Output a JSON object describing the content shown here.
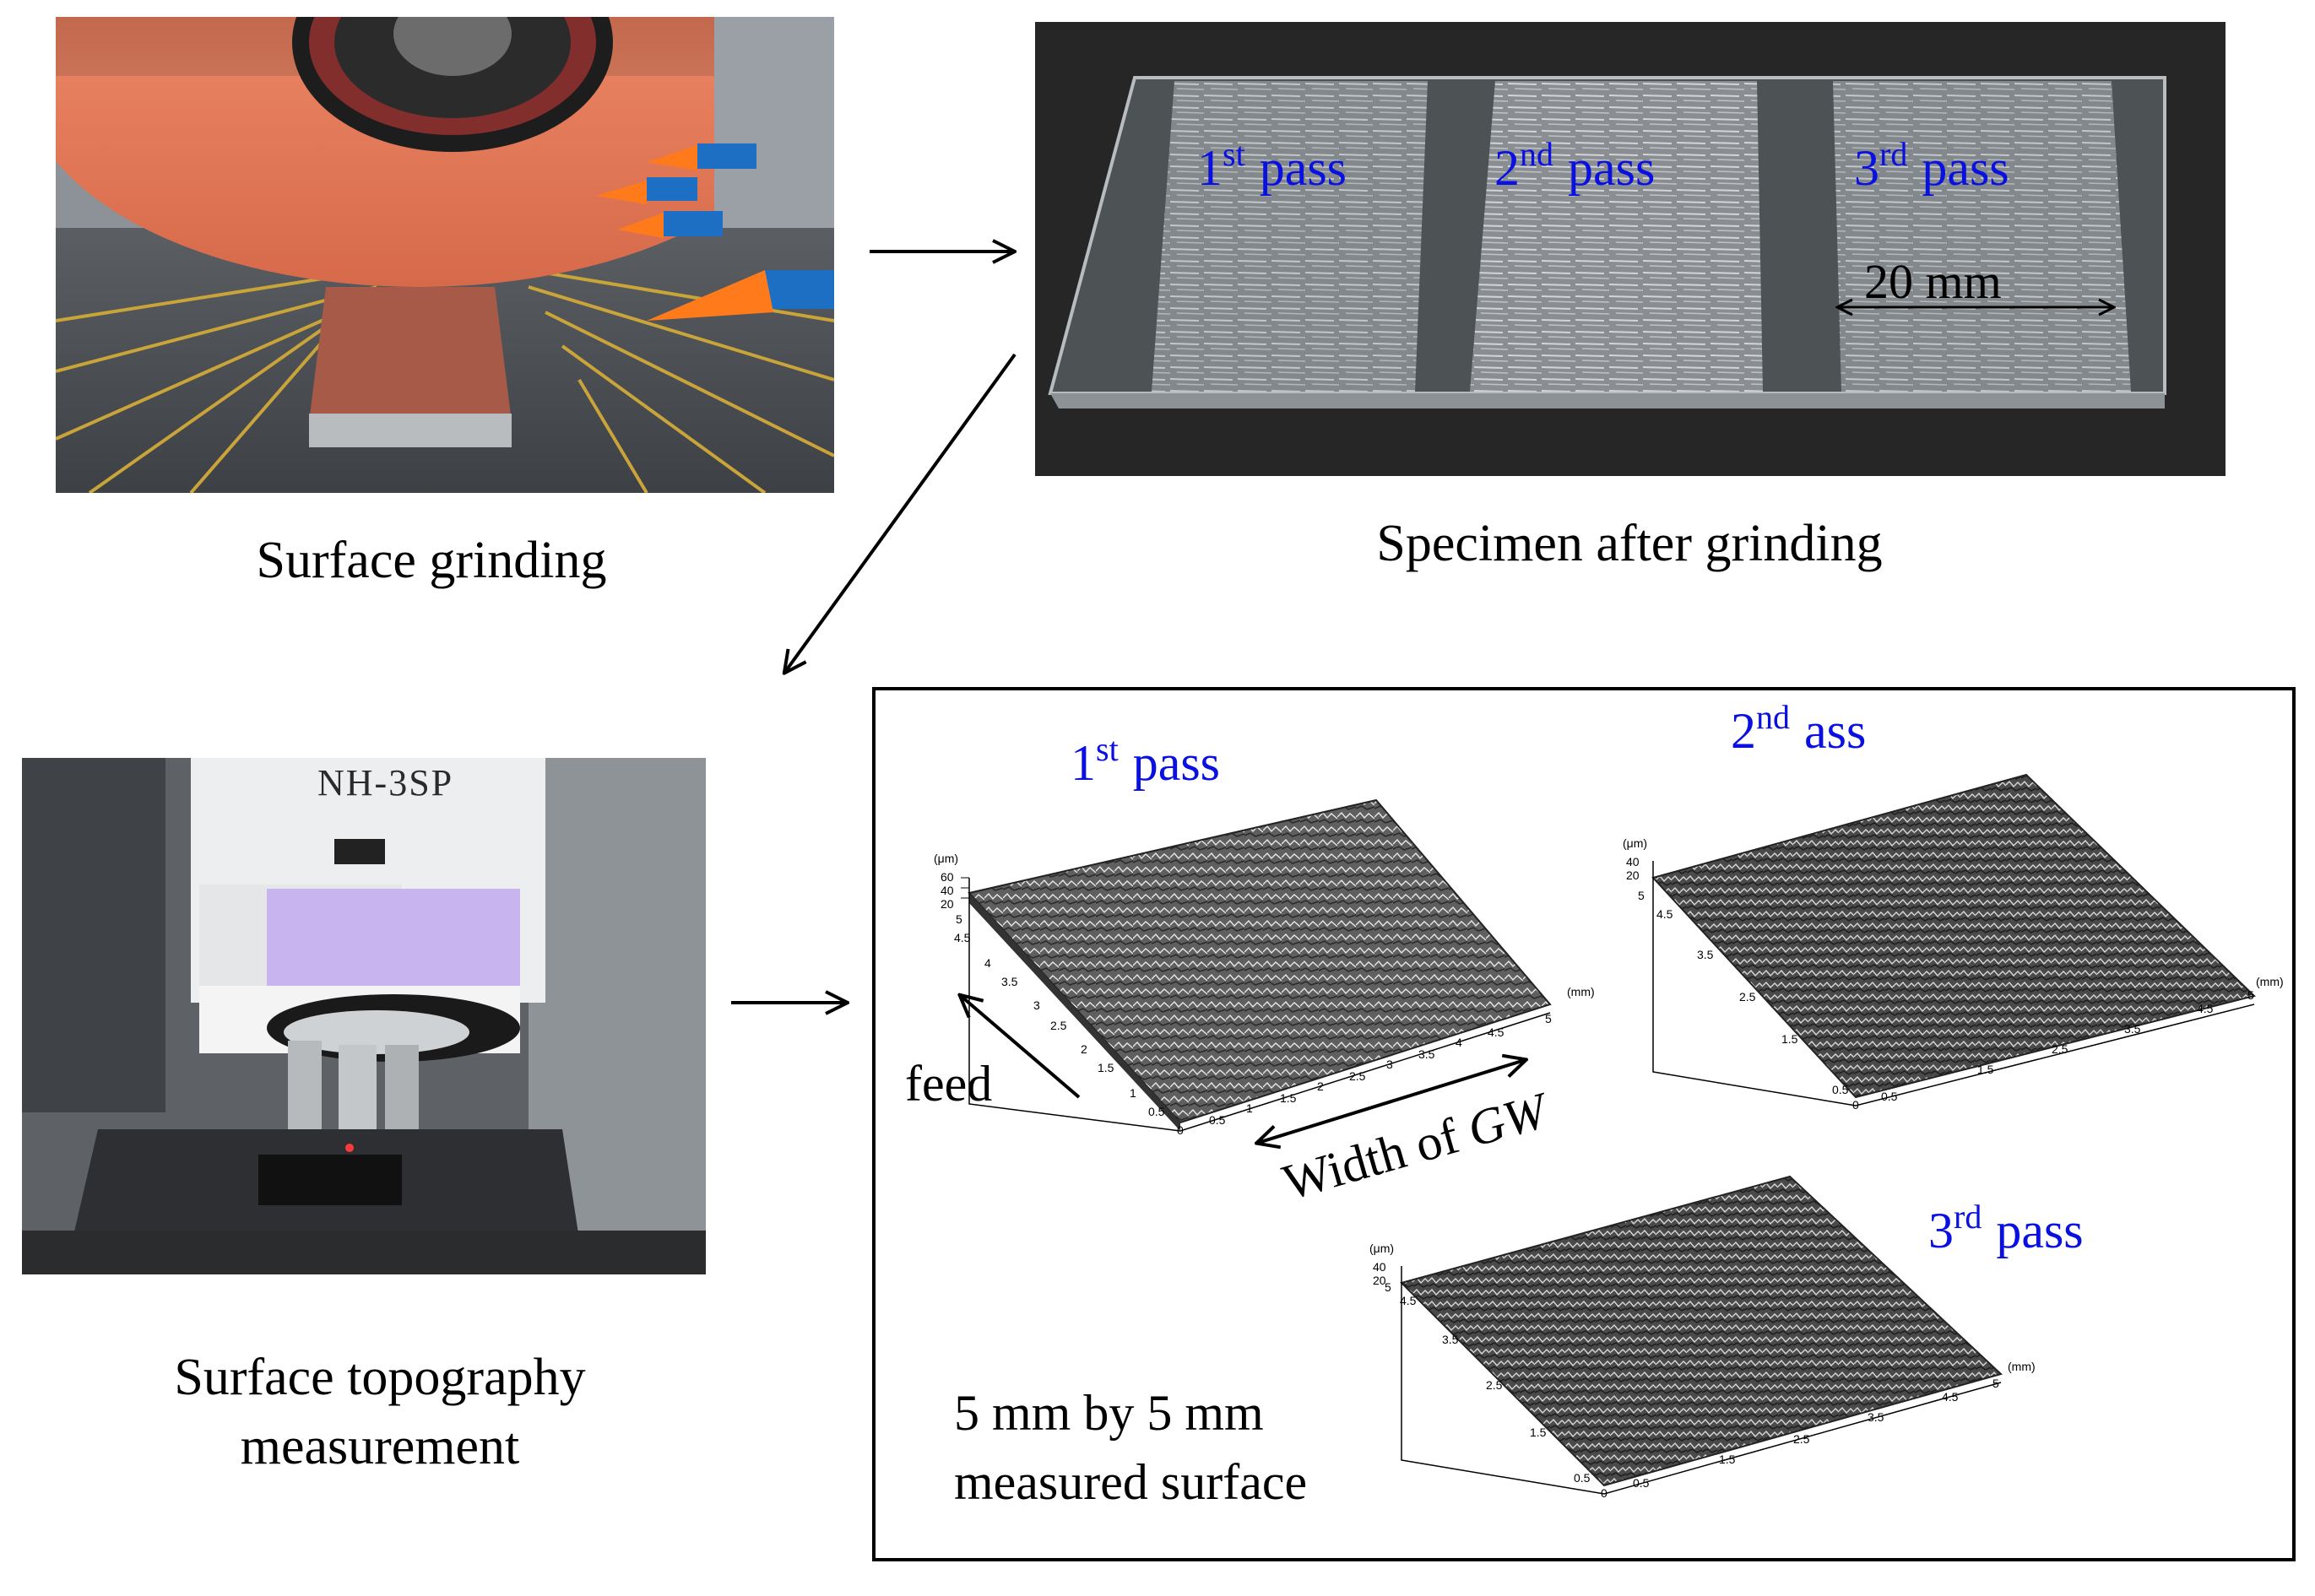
{
  "captions": {
    "surface_grinding": "Surface grinding",
    "specimen_after_grinding": "Specimen after grinding",
    "topography_line1": "Surface topography",
    "topography_line2": "measurement"
  },
  "specimen": {
    "pass1": {
      "num": "1",
      "sup": "st",
      "word": "pass"
    },
    "pass2": {
      "num": "2",
      "sup": "nd",
      "word": "pass"
    },
    "pass3": {
      "num": "3",
      "sup": "rd",
      "word": "pass"
    },
    "width_label": "20 mm"
  },
  "microscope": {
    "model_text": "NH-3SP"
  },
  "panel": {
    "pass1": {
      "num": "1",
      "sup": "st",
      "word": "pass"
    },
    "pass2": {
      "num": "2",
      "sup": "nd",
      "word": "ass"
    },
    "pass3": {
      "num": "3",
      "sup": "rd",
      "word": "pass"
    },
    "feed_label": "feed",
    "width_label_prefix": "Width of ",
    "width_label_italic": "GW",
    "area_line1": "5 mm by 5 mm",
    "area_line2": "measured surface",
    "axis_unit_z": "(μm)",
    "axis_unit_xy": "(mm)",
    "z_ticks_1": [
      "60",
      "40",
      "20"
    ],
    "z_ticks_2": [
      "40",
      "20"
    ],
    "z_ticks_3": [
      "40",
      "20"
    ],
    "xy_ticks": [
      "0",
      "0.5",
      "1",
      "1.5",
      "2",
      "2.5",
      "3",
      "3.5",
      "4",
      "4.5",
      "5"
    ]
  },
  "colors": {
    "label_blue": "#0a10e0",
    "grinding_wheel": "#e0704e",
    "coolant_nozzle": "#ff7a1a",
    "coolant_hose": "#1d6fc4",
    "microscope_window": "#c8b4ef"
  }
}
